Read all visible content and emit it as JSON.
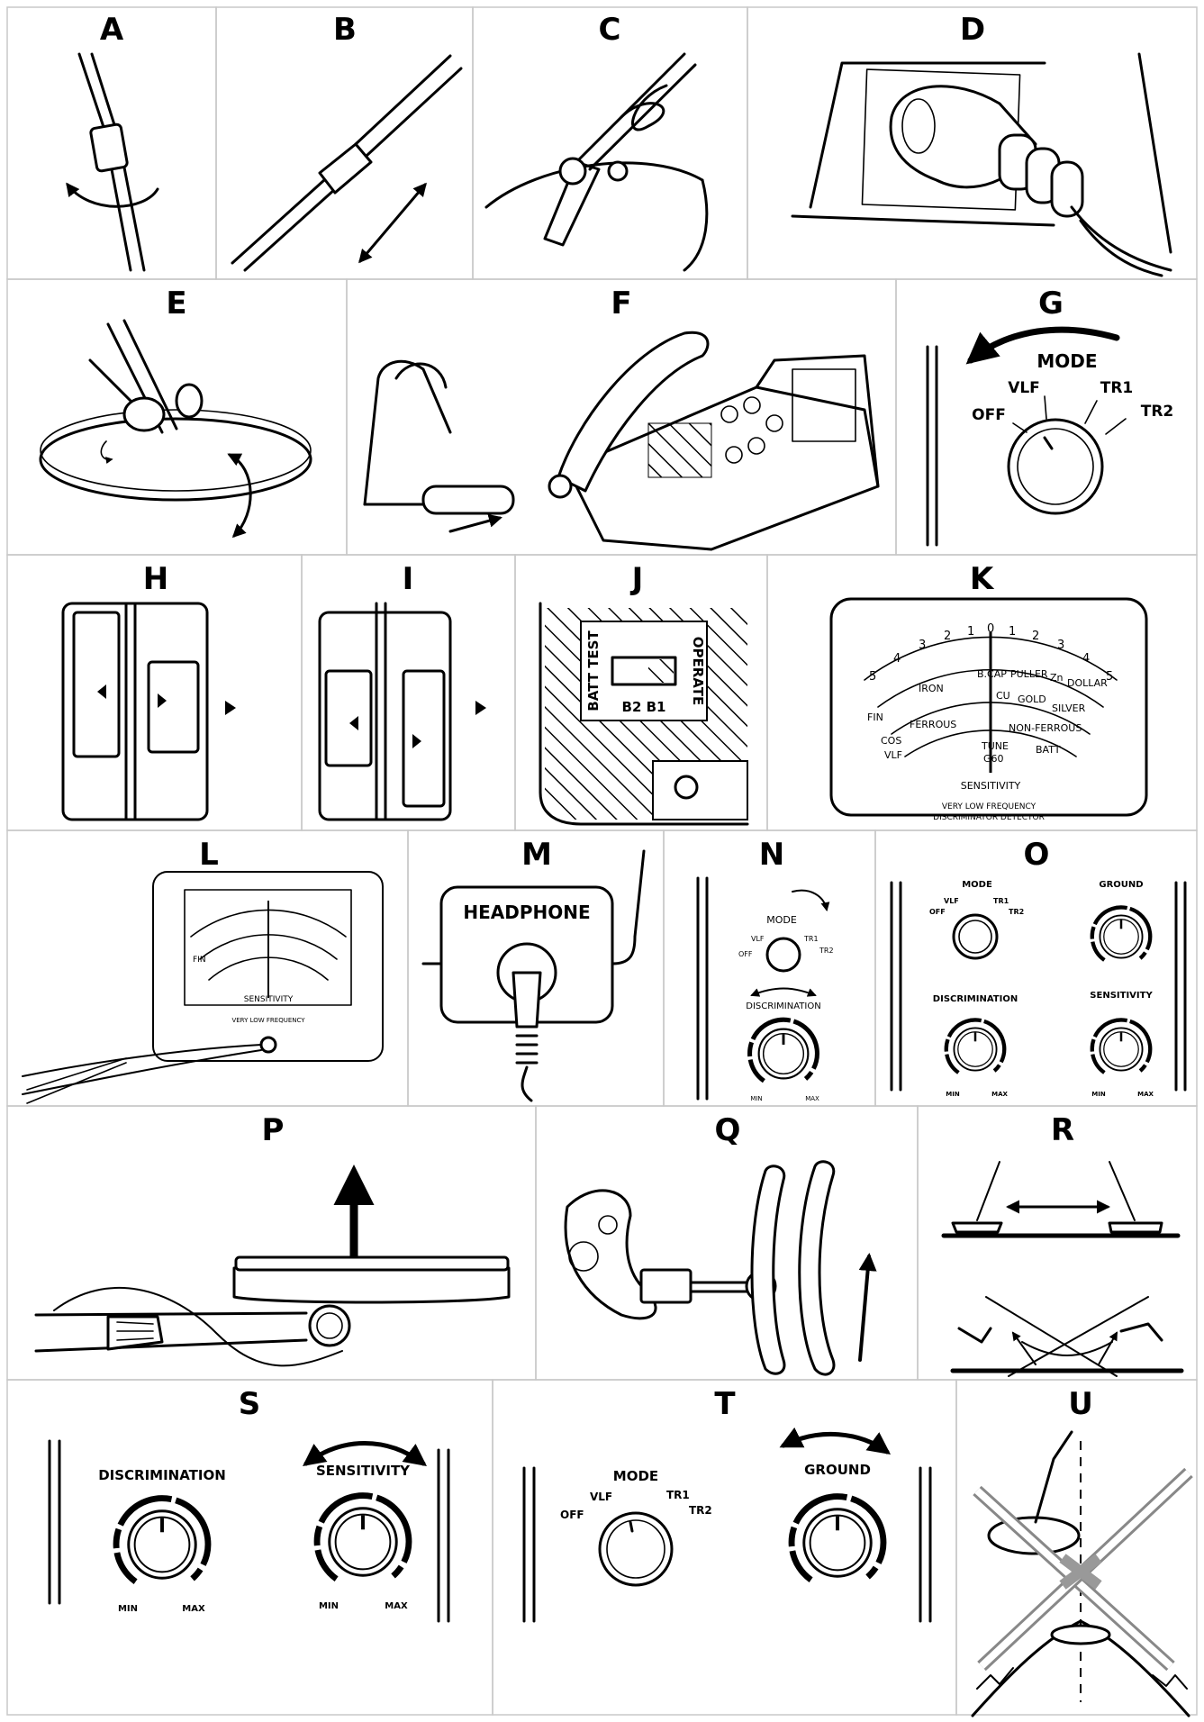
{
  "panel_letters": [
    "A",
    "B",
    "C",
    "D",
    "E",
    "F",
    "G",
    "H",
    "I",
    "J",
    "K",
    "L",
    "M",
    "N",
    "O",
    "P",
    "Q",
    "R",
    "S",
    "T",
    "U"
  ],
  "mode_switch": {
    "title": "MODE",
    "positions": [
      "OFF",
      "VLF",
      "TR1",
      "TR2"
    ]
  },
  "battery_switch": {
    "left_label": "BATT TEST",
    "right_label": "OPERATE",
    "bottom_label": "B2 B1"
  },
  "meter": {
    "left_numbers": [
      "5",
      "4",
      "3",
      "2",
      "1"
    ],
    "zero": "0",
    "right_numbers": [
      "1",
      "2",
      "3",
      "4",
      "5"
    ],
    "scale_words": [
      "IRON",
      "B.CAP",
      "PULLER",
      "Zn",
      "DOLLAR",
      "CU",
      "GOLD",
      "SILVER",
      "FERROUS",
      "NON-FERROUS",
      "TUNE",
      "G60",
      "BATT",
      "SENSITIVITY"
    ],
    "side_words": [
      "FIN",
      "COS",
      "VLF"
    ],
    "caption_line1": "VERY LOW FREQUENCY",
    "caption_line2": "DISCRIMINATOR DETECTOR"
  },
  "headphone_label": "HEADPHONE",
  "knobs": {
    "discrimination": "DISCRIMINATION",
    "sensitivity": "SENSITIVITY",
    "ground": "GROUND",
    "min": "MIN",
    "max": "MAX"
  }
}
